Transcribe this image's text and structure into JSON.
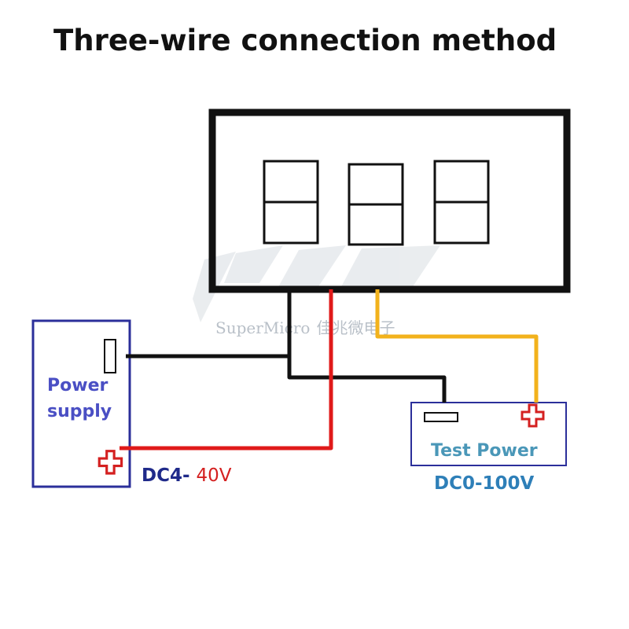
{
  "title": "Three-wire connection method",
  "watermark": {
    "latin": "SuperMicro",
    "cjk": "佳兆微电子"
  },
  "power_supply": {
    "line1": "Power",
    "line2": "supply",
    "range_prefix": "DC4-",
    "range_value": "40V"
  },
  "test_power": {
    "label": "Test Power",
    "range": "DC0-100V"
  },
  "colors": {
    "wire_black": "#111111",
    "wire_red": "#e01a1a",
    "wire_yellow": "#f2b21c",
    "box_blue": "#2b2f9a",
    "power_label": "#4a4fc4",
    "test_label": "#4a97b8",
    "test_range": "#2e7fb8",
    "plus_red": "#d42020",
    "range_dark": "#1f2a8a",
    "range_red": "#d42020"
  }
}
